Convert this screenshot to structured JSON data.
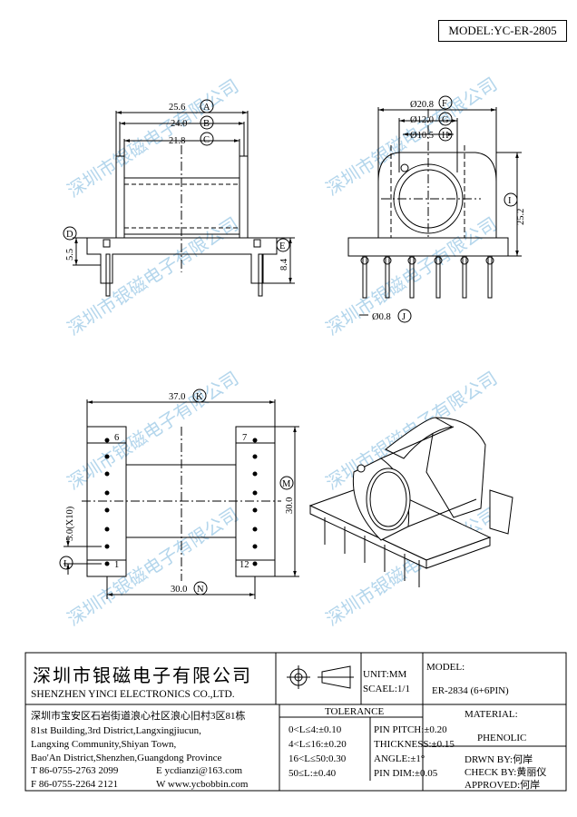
{
  "model_label": "MODEL:YC-ER-2805",
  "watermark": "深圳市银磁电子有限公司",
  "dims_side": {
    "a": "25.6",
    "a_tag": "A",
    "b": "24.0",
    "b_tag": "B",
    "c": "21.8",
    "c_tag": "C",
    "d": "5.5",
    "d_tag": "D",
    "e": "8.4",
    "e_tag": "E"
  },
  "dims_front": {
    "f": "Ø20.8",
    "f_tag": "F",
    "g": "Ø12.0",
    "g_tag": "G",
    "h": "Ø10.5",
    "h_tag": "H",
    "i": "25.2",
    "i_tag": "I",
    "j": "Ø0.8",
    "j_tag": "J"
  },
  "dims_bottom": {
    "k": "37.0",
    "k_tag": "K",
    "l": "5.0(X10)",
    "l_tag": "L",
    "m": "30.0",
    "m_tag": "M",
    "n": "30.0",
    "n_tag": "N",
    "pin6": "6",
    "pin7": "7",
    "pin1": "1",
    "pin12": "12"
  },
  "title_block": {
    "company_cn": "深圳市银磁电子有限公司",
    "company_en": "SHENZHEN YINCI ELECTRONICS CO.,LTD.",
    "unit": "UNIT:MM",
    "scale": "SCAEL:1/1",
    "model_label": "MODEL:",
    "model_value": "ER-2834 (6+6PIN)",
    "address_cn": "深圳市宝安区石岩街道浪心社区浪心旧村3区81栋",
    "address_en": [
      "81st Building,3rd District,Langxingjiucun,",
      "Langxing Community,Shiyan Town,",
      "Bao'An District,Shenzhen,Guangdong Province"
    ],
    "tel": "T 86-0755-2763 2099",
    "email": "E ycdianzi@163.com",
    "fax": "F 86-0755-2264 2121",
    "web": "W www.ycbobbin.com",
    "tolerance_title": "TOLERANCE",
    "tolerances": [
      "0<L≤4:±0.10",
      "4<L≤16:±0.20",
      "16<L≤50:0.30",
      "50≤L:±0.40"
    ],
    "pin_specs": [
      "PIN PITCH:±0.20",
      "THICKNESS:±0.15",
      "ANGLE:±1°",
      "PIN DIM:±0.05"
    ],
    "material_label": "MATERIAL:",
    "material_value": "PHENOLIC",
    "drawn": "DRWN BY:何岸",
    "check": "CHECK BY:黄丽仪",
    "approved": "APPROVED:何岸"
  }
}
